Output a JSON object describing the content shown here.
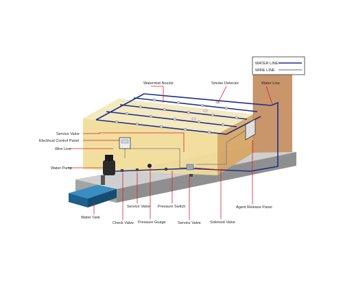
{
  "diagram": {
    "legend": {
      "water_line": "WATER LINE",
      "wire_line": "WIRE LINE"
    },
    "colors": {
      "water_line": "#1a2e8c",
      "wire_line": "#666666",
      "leader": "#d81e2a",
      "room_top": "#f3e6b5",
      "room_front": "#f0d98e",
      "room_right": "#d8a86a",
      "floor_top": "#cfcfcf",
      "floor_front": "#9a9a9a",
      "tank": "#1f6ea0"
    },
    "labels": {
      "watermist_nozzle": "Watermist Nozzle",
      "smoke_detector": "Smoke Detector",
      "water_line": "Water Line",
      "service_valve_top": "Service Valve",
      "electrical_control_panel": "Electrical Control Panel",
      "wire_line": "Wire Line",
      "water_pump": "Water Pump",
      "water_tank": "Water Tank",
      "check_valve": "Check Valve",
      "service_valve_bottom": "Service Valve",
      "pressure_guage": "Pressure Guage",
      "pressure_switch": "Pressure Switch",
      "service_valve_right": "Service Valve",
      "solenoid_valve": "Solenoid Valve",
      "agent_release_panel": "Agent Release Panel"
    }
  }
}
